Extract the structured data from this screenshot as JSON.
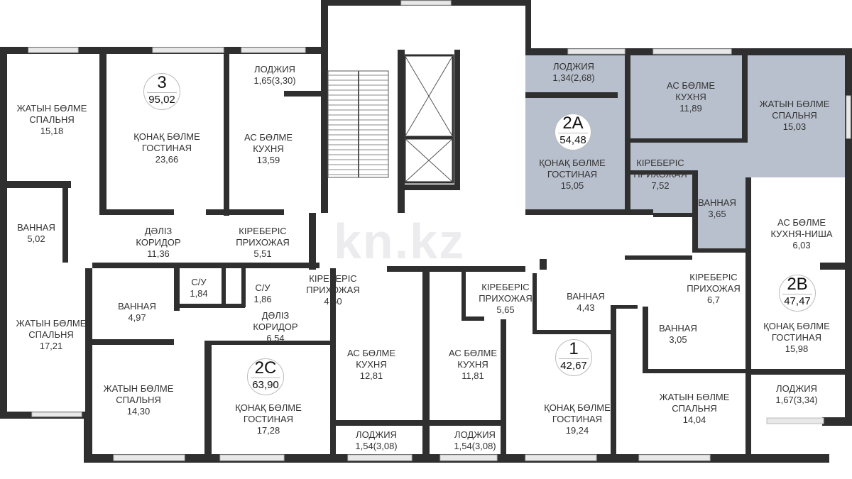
{
  "colors": {
    "wall": "#2f2f2f",
    "highlight_unit": "#b9c0cd",
    "window": "#e8e8e8",
    "text": "#333333"
  },
  "watermark": "kn.kz",
  "highlighted_unit": "2A",
  "units": [
    {
      "number": "3",
      "area": "95,02"
    },
    {
      "number": "2A",
      "area": "54,48"
    },
    {
      "number": "2C",
      "area": "63,90"
    },
    {
      "number": "1",
      "area": "42,67"
    },
    {
      "number": "2B",
      "area": "47,47"
    }
  ],
  "rooms": [
    {
      "lines": [
        "ЖАТЫН БӨЛМЕ",
        "СПАЛЬНЯ"
      ],
      "area": "15,18"
    },
    {
      "lines": [
        "ҚОНАҚ БӨЛМЕ",
        "ГОСТИНАЯ"
      ],
      "area": "23,66"
    },
    {
      "lines": [
        "ЛОДЖИЯ"
      ],
      "area": "1,65(3,30)"
    },
    {
      "lines": [
        "АС БӨЛМЕ",
        "КУХНЯ"
      ],
      "area": "13,59"
    },
    {
      "lines": [
        "ВАННАЯ"
      ],
      "area": "5,02"
    },
    {
      "lines": [
        "ДӘЛІЗ",
        "КОРИДОР"
      ],
      "area": "11,36"
    },
    {
      "lines": [
        "КІРЕБЕРІС",
        "ПРИХОЖАЯ"
      ],
      "area": "5,51"
    },
    {
      "lines": [
        "ЛОДЖИЯ"
      ],
      "area": "1,34(2,68)"
    },
    {
      "lines": [
        "АС БӨЛМЕ",
        "КУХНЯ"
      ],
      "area": "11,89"
    },
    {
      "lines": [
        "ЖАТЫН БӨЛМЕ",
        "СПАЛЬНЯ"
      ],
      "area": "15,03"
    },
    {
      "lines": [
        "ҚОНАҚ БӨЛМЕ",
        "ГОСТИНАЯ"
      ],
      "area": "15,05"
    },
    {
      "lines": [
        "КІРЕБЕРІС",
        "ПРИХОЖАЯ"
      ],
      "area": "7,52"
    },
    {
      "lines": [
        "ВАННАЯ"
      ],
      "area": "3,65"
    },
    {
      "lines": [
        "АС БӨЛМЕ",
        "КУХНЯ-НИША"
      ],
      "area": "6,03"
    },
    {
      "lines": [
        "ЖАТЫН БӨЛМЕ",
        "СПАЛЬНЯ"
      ],
      "area": "17,21"
    },
    {
      "lines": [
        "ВАННАЯ"
      ],
      "area": "4,97"
    },
    {
      "lines": [
        "С/У"
      ],
      "area": "1,84"
    },
    {
      "lines": [
        "С/У"
      ],
      "area": "1,86"
    },
    {
      "lines": [
        "КІРЕБЕРІС",
        "ПРИХОЖАЯ"
      ],
      "area": "4,60"
    },
    {
      "lines": [
        "ДӘЛІЗ",
        "КОРИДОР"
      ],
      "area": "6,54"
    },
    {
      "lines": [
        "ЖАТЫН БӨЛМЕ",
        "СПАЛЬНЯ"
      ],
      "area": "14,30"
    },
    {
      "lines": [
        "ҚОНАҚ БӨЛМЕ",
        "ГОСТИНАЯ"
      ],
      "area": "17,28"
    },
    {
      "lines": [
        "АС БӨЛМЕ",
        "КУХНЯ"
      ],
      "area": "12,81"
    },
    {
      "lines": [
        "ЛОДЖИЯ"
      ],
      "area": "1,54(3,08)"
    },
    {
      "lines": [
        "КІРЕБЕРІС",
        "ПРИХОЖАЯ"
      ],
      "area": "5,65"
    },
    {
      "lines": [
        "ВАННАЯ"
      ],
      "area": "4,43"
    },
    {
      "lines": [
        "АС БӨЛМЕ",
        "КУХНЯ"
      ],
      "area": "11,81"
    },
    {
      "lines": [
        "ЛОДЖИЯ"
      ],
      "area": "1,54(3,08)"
    },
    {
      "lines": [
        "ҚОНАҚ БӨЛМЕ",
        "ГОСТИНАЯ"
      ],
      "area": "19,24"
    },
    {
      "lines": [
        "ВАННАЯ"
      ],
      "area": "3,05"
    },
    {
      "lines": [
        "ЖАТЫН БӨЛМЕ",
        "СПАЛЬНЯ"
      ],
      "area": "14,04"
    },
    {
      "lines": [
        "КІРЕБЕРІС",
        "ПРИХОЖАЯ"
      ],
      "area": "6,7"
    },
    {
      "lines": [
        "ҚОНАҚ БӨЛМЕ",
        "ГОСТИНАЯ"
      ],
      "area": "15,98"
    },
    {
      "lines": [
        "ЛОДЖИЯ"
      ],
      "area": "1,67(3,34)"
    }
  ]
}
